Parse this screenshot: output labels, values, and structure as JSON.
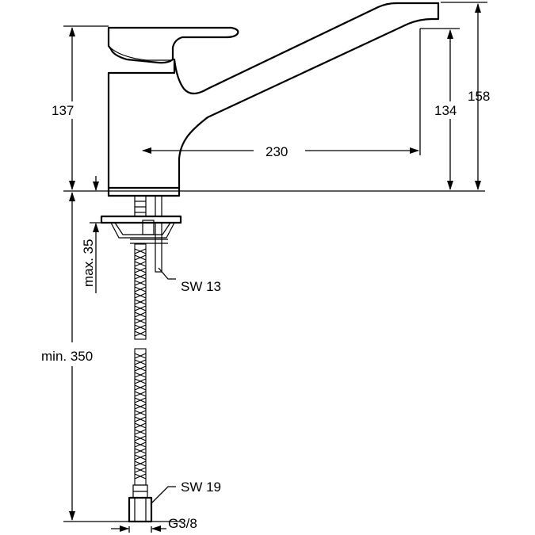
{
  "dimensions": {
    "spout_height_total": "158",
    "body_height": "137",
    "outlet_height": "134",
    "spout_reach": "230",
    "max_mount_thickness": "max. 35",
    "min_hose_length": "min. 350"
  },
  "callouts": {
    "wrench_small": "SW 13",
    "wrench_large": "SW 19",
    "thread": "G3/8"
  },
  "colors": {
    "line": "#000000",
    "background": "#ffffff"
  }
}
